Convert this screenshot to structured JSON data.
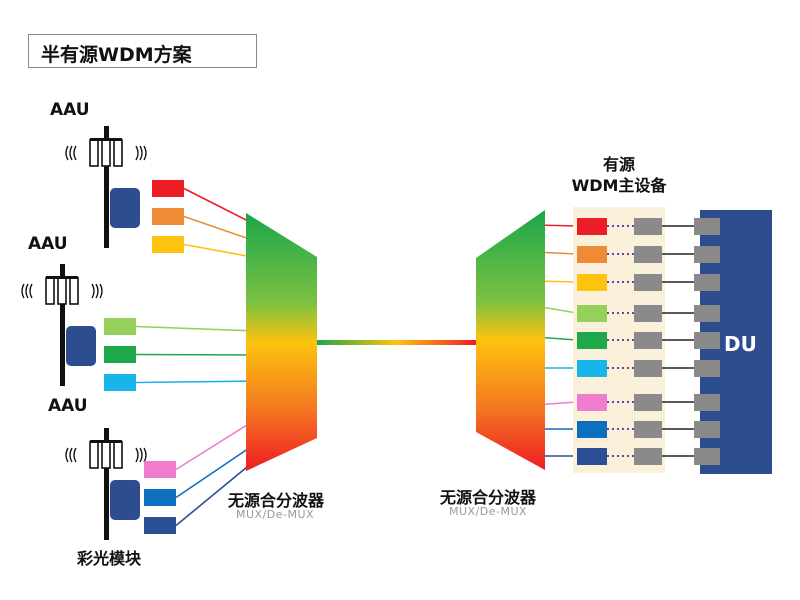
{
  "title": "半有源WDM方案",
  "aau_labels": [
    "AAU",
    "AAU",
    "AAU"
  ],
  "mux_left": {
    "name": "无源合分波器",
    "subname": "MUX/De-MUX"
  },
  "mux_right": {
    "name": "无源合分波器",
    "subname": "MUX/De-MUX"
  },
  "wdm_device": {
    "line1": "有源",
    "line2": "WDM主设备"
  },
  "du_label": "DU",
  "module_label": "彩光模块",
  "colors": {
    "channels": [
      "#ee1c24",
      "#ef8a36",
      "#fdc30f",
      "#96d05a",
      "#1ea84b",
      "#18b4ea",
      "#ef7ccd",
      "#0f6fbf",
      "#2a4f94"
    ],
    "du_fill": "#2e4d8f",
    "wdm_panel": "#fbf0d9",
    "port_gray": "#8a8a8a",
    "title_border": "#888888"
  }
}
